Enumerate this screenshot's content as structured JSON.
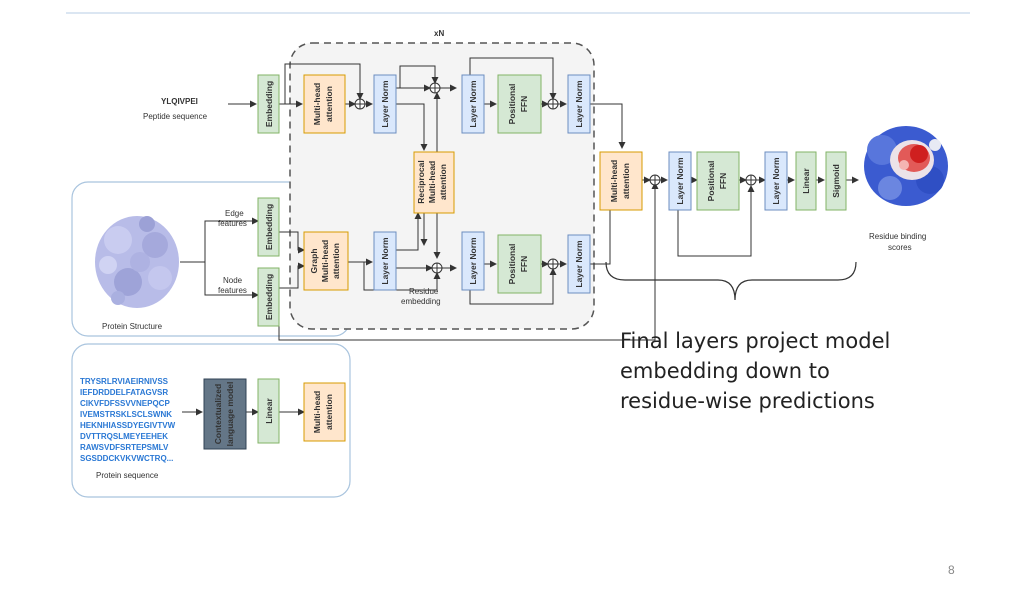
{
  "slide": {
    "caption_lines": [
      "Final layers project model",
      "embedding down to",
      "residue-wise predictions"
    ],
    "page_number": "8"
  },
  "diagram": {
    "repeat_label": "xN",
    "peptide_seq": "YLQIVPEI",
    "peptide_caption": "Peptide sequence",
    "edge_features": [
      "Edge",
      "features"
    ],
    "node_features": [
      "Node",
      "features"
    ],
    "protein_structure_caption": "Protein Structure",
    "residue_embedding": [
      "Residue",
      "embedding"
    ],
    "residue_binding_scores": [
      "Residue binding",
      "scores"
    ],
    "protein_sequence_caption": "Protein sequence",
    "protein_sequence_lines": [
      "TRYSRLRVIAEIRNIVSS",
      "IEFDRDDELFATAGVSR",
      "CIKVFDFSSVVNEPQCP",
      "IVEMSTRSKLSCLSWNK",
      "HEKNHIASSDYEGIVTVW",
      "DVTTRQSLMEYEEHEK",
      "RAWSVDFSRTEPSMLV",
      "SGSDDCKVKVWCTRQ..."
    ],
    "blocks": {
      "embedding": "Embedding",
      "multihead_attention": [
        "Multi-head",
        "attention"
      ],
      "graph_attention": [
        "Graph",
        "Multi-head",
        "attention"
      ],
      "layer_norm": "Layer Norm",
      "positional_ffn": [
        "Positional",
        "FFN"
      ],
      "reciprocal_attention": [
        "Reciprocal",
        "Multi-head",
        "attention"
      ],
      "contextualized_lm": [
        "Contextualized",
        "language model"
      ],
      "linear": "Linear",
      "sigmoid": "Sigmoid"
    },
    "colors": {
      "embedding_fill": "#d5e8d4",
      "embedding_stroke": "#82b366",
      "attention_fill": "#ffe6cc",
      "attention_stroke": "#d79b00",
      "norm_fill": "#dae8fc",
      "norm_stroke": "#6c8ebf",
      "lm_fill": "#647687",
      "panel_stroke": "#a9c4de",
      "sequence_text": "#2a78d4"
    }
  }
}
